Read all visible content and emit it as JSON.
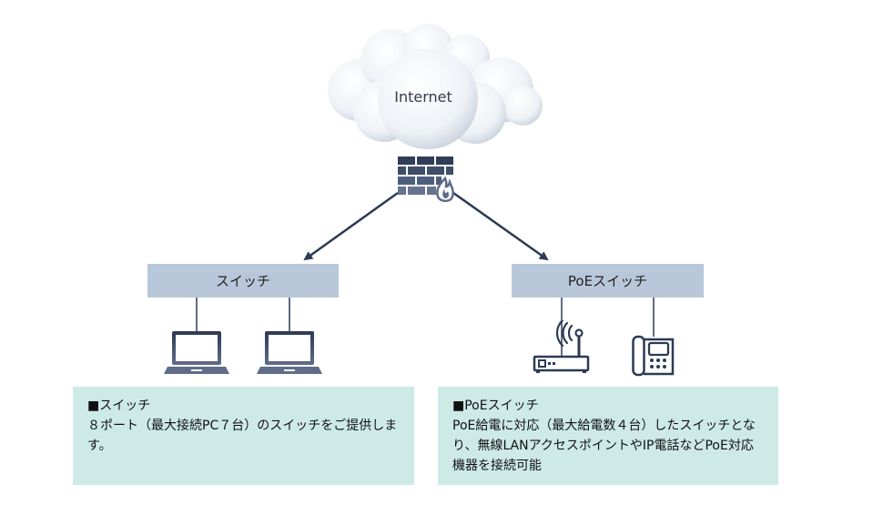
{
  "cloud": {
    "label": "Internet",
    "icon": "cloud-icon"
  },
  "firewall": {
    "icon": "firewall-icon"
  },
  "left_switch": {
    "label": "スイッチ",
    "devices": [
      "laptop-icon",
      "laptop-icon"
    ]
  },
  "right_switch": {
    "label": "PoEスイッチ",
    "devices": [
      "wireless-access-point-icon",
      "ip-phone-icon"
    ]
  },
  "left_info": {
    "title": "■スイッチ",
    "body": "８ポート（最大接続PC７台）のスイッチをご提供します。"
  },
  "right_info": {
    "title": "■PoEスイッチ",
    "body": "PoE給電に対応（最大給電数４台）したスイッチとなり、無線LANアクセスポイントやIP電話などPoE対応機器を接続可能"
  },
  "colors": {
    "switch_fill": "#b9c7da",
    "info_fill": "#cdeae7",
    "icon_dark": "#2c3a55",
    "connector": "#2c3a55"
  }
}
